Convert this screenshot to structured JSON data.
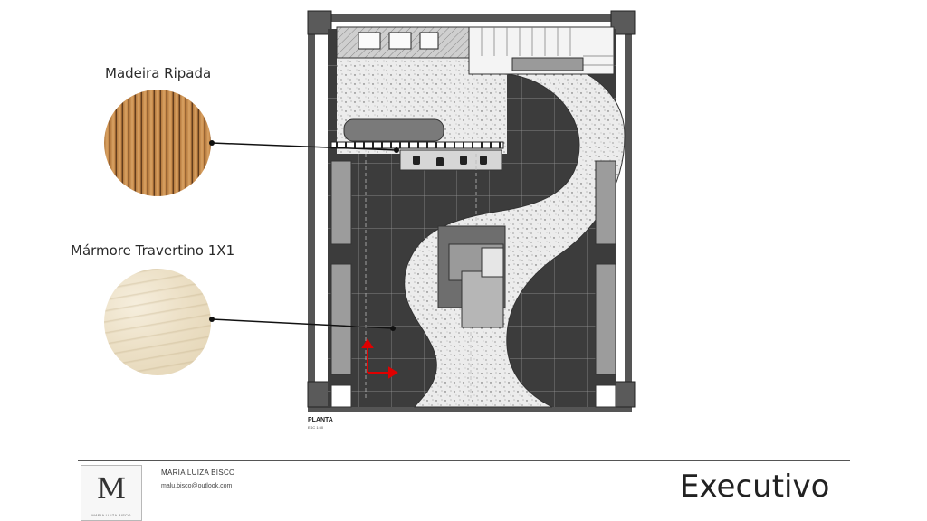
{
  "materials": [
    {
      "name": "Madeira Ripada"
    },
    {
      "name": "Mármore Travertino 1X1"
    }
  ],
  "plan": {
    "title": "PLANTA",
    "scale": "ESC 1:50"
  },
  "footer": {
    "logo_letter": "M",
    "logo_subtitle": "MARIA LUIZA BISCO",
    "author_name": "MARIA LUIZA BISCO",
    "author_email": "malu.bisco@outlook.com",
    "section": "Executivo"
  },
  "colors": {
    "dark_tile": "#3b3b3b",
    "light_floor": "#e9e9e9",
    "wall": "#6b6b6b",
    "arrow": "#e00000"
  }
}
